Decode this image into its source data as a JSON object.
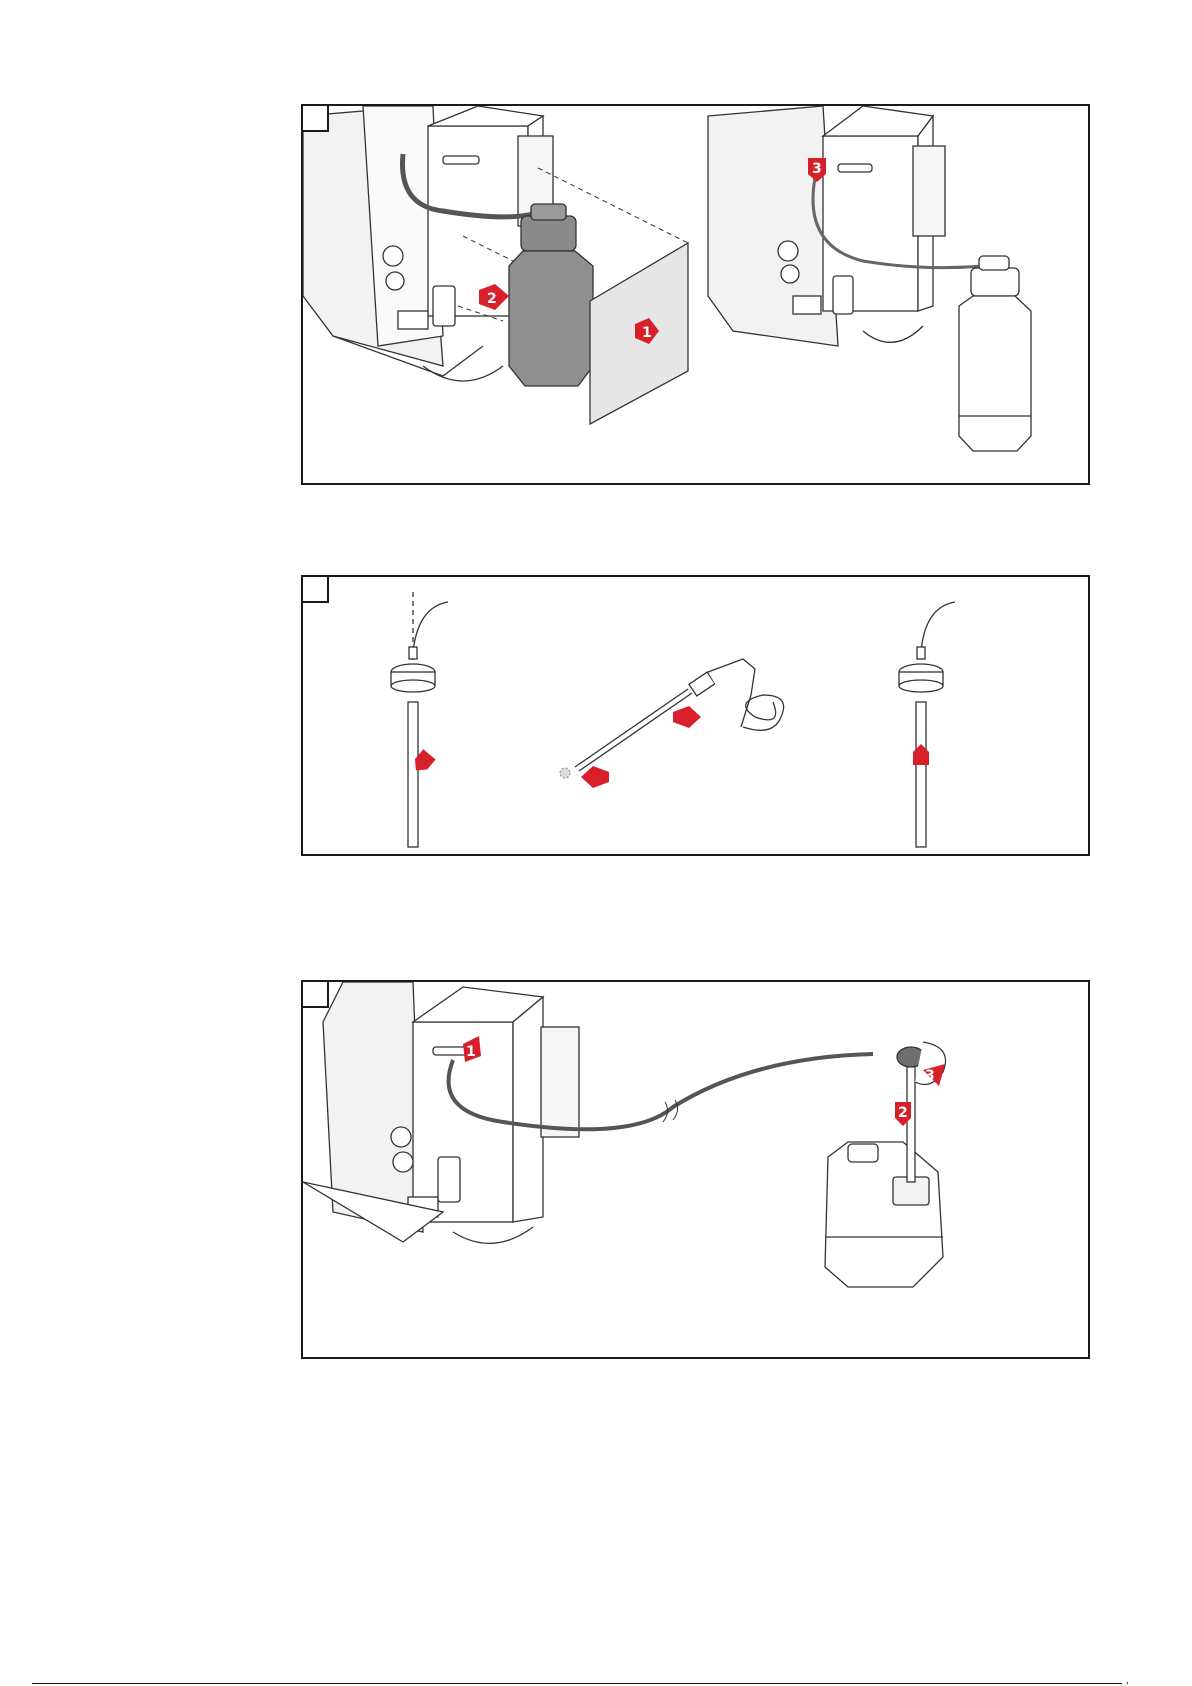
{
  "figures": [
    {
      "id": "fig1",
      "step_markers": [
        "1",
        "2",
        "3"
      ],
      "icons": [
        "step-box",
        "dispensing-unit",
        "bottle",
        "cover-panel",
        "hose",
        "arrow-marker"
      ]
    },
    {
      "id": "fig2",
      "icons": [
        "step-box",
        "cap",
        "dip-tube",
        "compressed-air-gun",
        "arrow-marker"
      ]
    },
    {
      "id": "fig3",
      "step_markers": [
        "1",
        "2",
        "3"
      ],
      "icons": [
        "step-box",
        "dispensing-unit",
        "hose",
        "canister",
        "rotate-arrow",
        "arrow-marker"
      ]
    }
  ],
  "footer": {
    "page_mark": "‚"
  },
  "colors": {
    "accent": "#d7202a",
    "line": "#1a1a1a",
    "gray": "#9e9e9e",
    "panel": "#e6e6e6"
  }
}
